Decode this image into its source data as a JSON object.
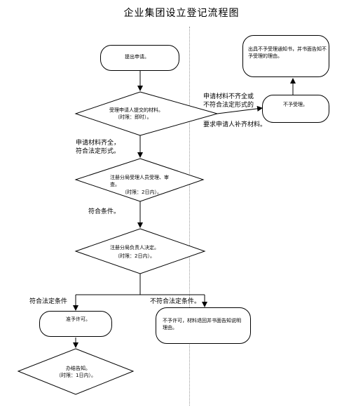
{
  "title": "企业集团设立登记流程图",
  "nodes": {
    "submit": "提出申请。",
    "verify": "受理申请人提交的材料。",
    "verify_time": "（时限：即时）。",
    "registrar": "注册分局受理人员受理、审查。",
    "registrar_time": "（时限：2日内）。",
    "head_decision": "注册分局负责人决定。",
    "head_time": "（时限：2日内）。",
    "reject": "不予受理。",
    "reject_notice": "出具不予受理通知书，并书面告知不予受理的理由。",
    "approve": "准予许可。",
    "deny": "不予许可，材料退回并书面告知说明理由。",
    "issue": "办结告知。",
    "issue_time": "（时限：1日内）。"
  },
  "labels": {
    "incomplete_1": "申请材料不齐全或",
    "incomplete_2": "不符合法定形式的",
    "supplement": "要求申请人补齐材料。",
    "complete_1": "申请材料齐全，",
    "complete_2": "符合法定形式。",
    "qualified": "符合条件。",
    "meets": "符合法定条件",
    "not_meets": "不符合法定条件。"
  }
}
